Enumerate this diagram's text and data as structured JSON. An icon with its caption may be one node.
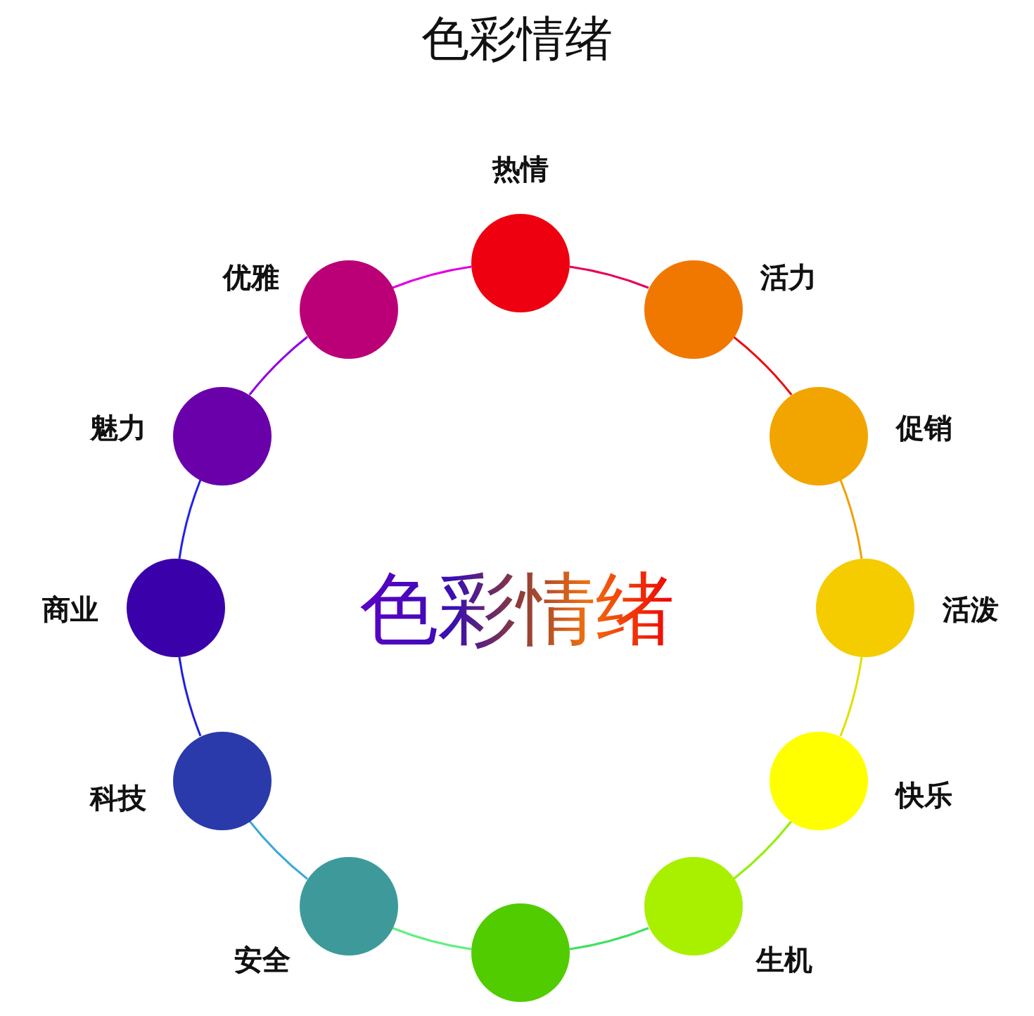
{
  "diagram": {
    "title": "色彩情绪",
    "nodes": [
      {
        "text": [
          "热情"
        ]
      },
      {
        "text": [
          "活力"
        ]
      },
      {
        "text": [
          "促销"
        ]
      },
      {
        "text": [
          "活泼"
        ]
      },
      {
        "text": [
          "快乐"
        ]
      },
      {
        "text": [
          "生机"
        ]
      },
      {
        "text": [],
        "shape": "circle"
      },
      {
        "text": [
          "安全"
        ]
      },
      {
        "text": [
          "科技"
        ]
      },
      {
        "text": [
          "商业"
        ]
      },
      {
        "text": [
          "魅力"
        ]
      },
      {
        "text": [
          "优雅"
        ]
      }
    ],
    "edges": [
      {
        "from": 0,
        "to": 1,
        "arrow": "none",
        "color": "#e8005a"
      },
      {
        "from": 1,
        "to": 2,
        "arrow": "none",
        "color": "#e81010"
      },
      {
        "from": 2,
        "to": 3,
        "arrow": "none",
        "color": "#f0a000"
      },
      {
        "from": 3,
        "to": 4,
        "arrow": "none",
        "color": "#e0e000"
      },
      {
        "from": 4,
        "to": 5,
        "arrow": "none",
        "color": "#90f000"
      },
      {
        "from": 5,
        "to": 6,
        "arrow": "none",
        "color": "#40e060"
      },
      {
        "from": 6,
        "to": 7,
        "arrow": "none",
        "color": "#60f080"
      },
      {
        "from": 7,
        "to": 8,
        "arrow": "none",
        "color": "#40a8d8"
      },
      {
        "from": 8,
        "to": 9,
        "arrow": "none",
        "color": "#2020e0"
      },
      {
        "from": 9,
        "to": 10,
        "arrow": "none",
        "color": "#2020f0"
      },
      {
        "from": 10,
        "to": 11,
        "arrow": "none",
        "color": "#9000e0"
      },
      {
        "from": 11,
        "to": 0,
        "arrow": "none",
        "color": "#e000e0"
      }
    ],
    "labels": [
      "色彩情绪"
    ]
  }
}
